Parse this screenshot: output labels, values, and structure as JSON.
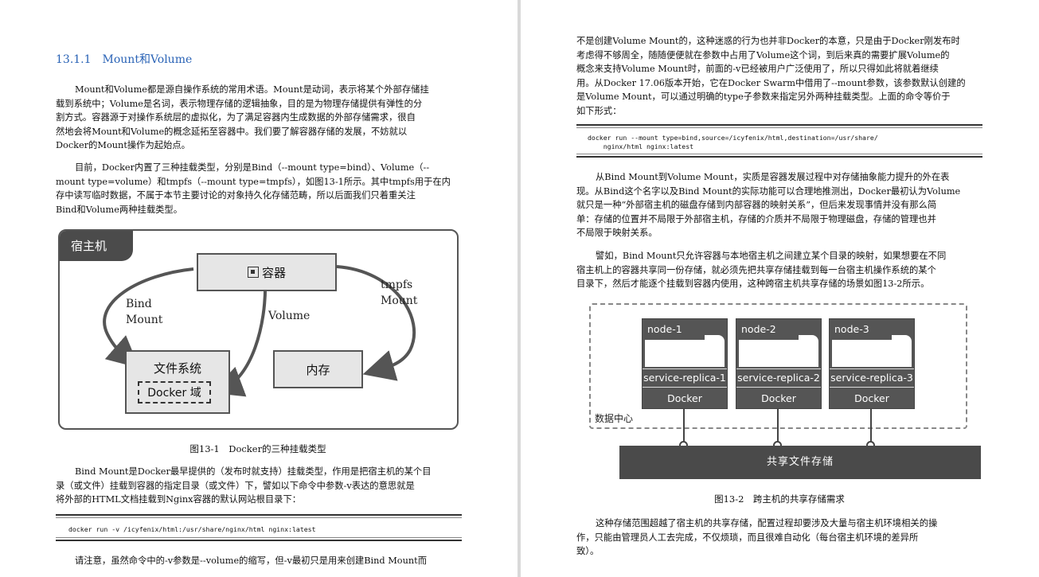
{
  "left_page": {
    "heading": {
      "number": "13.1.1",
      "title": "Mount和Volume"
    },
    "para1": [
      "Mount和Volume都是源自操作系统的常用术语。Mount是动词，表示将某个外部存储挂",
      "载到系统中；Volume是名词，表示物理存储的逻辑抽象，目的是为物理存储提供有弹性的分",
      "割方式。容器源于对操作系统层的虚拟化，为了满足容器内生成数据的外部存储需求，很自",
      "然地会将Mount和Volume的概念延拓至容器中。我们要了解容器存储的发展，不妨就以",
      "Docker的Mount操作为起始点。"
    ],
    "para2": [
      "目前，Docker内置了三种挂载类型，分别是Bind（--mount type=bind）、Volume（--",
      "mount type=volume）和tmpfs（--mount type=tmpfs），如图13-1所示。其中tmpfs用于在内",
      "存中读写临时数据，不属于本节主要讨论的对象持久化存储范畴，所以后面我们只着重关注",
      "Bind和Volume两种挂载类型。"
    ],
    "figure1": {
      "host_label": "宿主机",
      "container_label": "容器",
      "filesystem_label": "文件系统",
      "docker_domain_label": "Docker 域",
      "memory_label": "内存",
      "bind_label_1": "Bind",
      "bind_label_2": "Mount",
      "volume_label": "Volume",
      "tmpfs_label_1": "tmpfs",
      "tmpfs_label_2": "Mount",
      "caption": "图13-1　Docker的三种挂载类型"
    },
    "para3": [
      "Bind Mount是Docker最早提供的（发布时就支持）挂载类型，作用是把宿主机的某个目",
      "录（或文件）挂载到容器的指定目录（或文件）下，譬如以下命令中参数-v表达的意思就是",
      "将外部的HTML文档挂载到Nginx容器的默认网站根目录下："
    ],
    "code1": "docker run -v /icyfenix/html:/usr/share/nginx/html nginx:latest",
    "para4": "请注意，虽然命令中的-v参数是--volume的缩写，但-v最初只是用来创建Bind Mount而"
  },
  "right_page": {
    "para1": [
      "不是创建Volume Mount的，这种迷惑的行为也并非Docker的本意，只是由于Docker刚发布时",
      "考虑得不够周全，随随便便就在参数中占用了Volume这个词，到后来真的需要扩展Volume的",
      "概念来支持Volume Mount时，前面的-v已经被用户广泛使用了，所以只得如此将就着继续",
      "用。从Docker 17.06版本开始，它在Docker Swarm中借用了--mount参数，该参数默认创建的",
      "是Volume Mount，可以通过明确的type子参数来指定另外两种挂载类型。上面的命令等价于",
      "如下形式："
    ],
    "code2_line1": "docker run --mount type=bind,source=/icyfenix/html,destination=/usr/share/",
    "code2_line2": "    nginx/html nginx:latest",
    "para2": [
      "从Bind Mount到Volume Mount，实质是容器发展过程中对存储抽象能力提升的外在表",
      "现。从Bind这个名字以及Bind Mount的实际功能可以合理地推测出，Docker最初认为Volume",
      "就只是一种“外部宿主机的磁盘存储到内部容器的映射关系”，但后来发现事情并没有那么简",
      "单：存储的位置并不局限于外部宿主机，存储的介质并不局限于物理磁盘，存储的管理也并",
      "不局限于映射关系。"
    ],
    "para3": [
      "譬如，Bind Mount只允许容器与本地宿主机之间建立某个目录的映射，如果想要在不同",
      "宿主机上的容器共享同一份存储，就必须先把共享存储挂载到每一台宿主机操作系统的某个",
      "目录下，然后才能逐个挂载到容器内使用，这种跨宿主机共享存储的场景如图13-2所示。"
    ],
    "figure2": {
      "nodes": [
        {
          "name": "node-1",
          "replica": "service-replica-1",
          "runtime": "Docker"
        },
        {
          "name": "node-2",
          "replica": "service-replica-2",
          "runtime": "Docker"
        },
        {
          "name": "node-3",
          "replica": "service-replica-3",
          "runtime": "Docker"
        }
      ],
      "datacenter_label": "数据中心",
      "shared_storage_label": "共享文件存储",
      "caption": "图13-2　跨主机的共享存储需求"
    },
    "para4": [
      "这种存储范围超越了宿主机的共享存储，配置过程却要涉及大量与宿主机环境相关的操",
      "作，只能由管理员人工去完成，不仅烦琐，而且很难自动化（每台宿主机环境的差异所",
      "致）。"
    ]
  }
}
